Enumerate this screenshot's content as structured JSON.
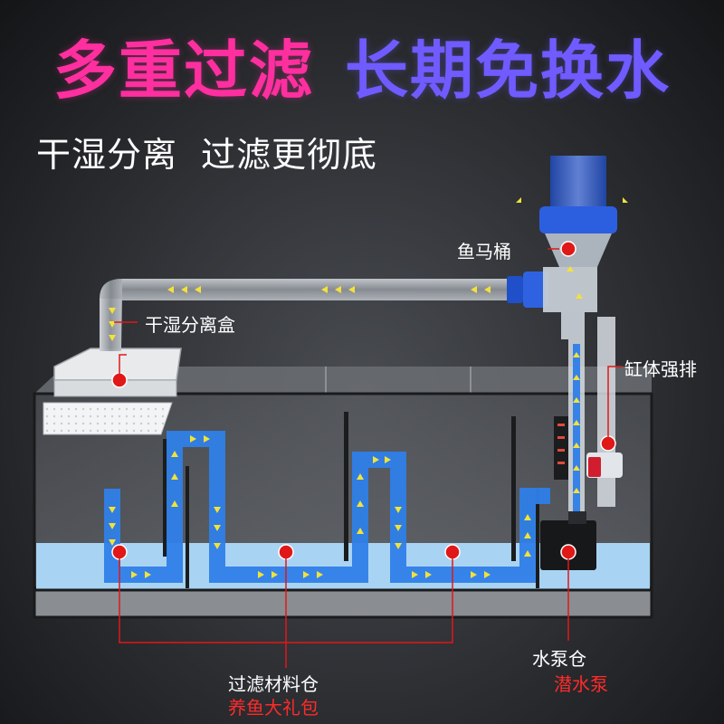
{
  "headline": {
    "part1": "多重过滤",
    "part2": "长期免换水"
  },
  "subheadline": {
    "part1": "干湿分离",
    "part2": "过滤更彻底"
  },
  "labels": {
    "fish_toilet": "鱼马桶",
    "dry_wet_box": "干湿分离盒",
    "tank_drain": "缸体强排",
    "filter_chamber": "过滤材料仓",
    "filter_chamber_note": "养鱼大礼包",
    "pump_chamber": "水泵仓",
    "pump_note": "潜水泵"
  },
  "colors": {
    "headline_part1": "#ff2fa0",
    "headline_part2": "#6f5bff",
    "water": "#a9d3f2",
    "flow_channel": "#2f7fe8",
    "flow_arrow": "#f3e23a",
    "marker": "#e01818",
    "label_white": "#ffffff",
    "label_red": "#ff2a2a"
  }
}
